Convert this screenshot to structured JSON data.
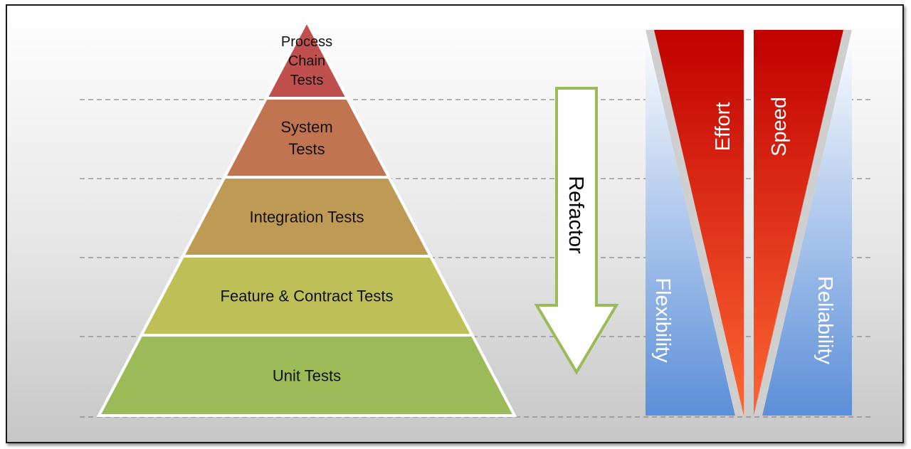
{
  "pyramid": {
    "levels": [
      {
        "lines": [
          "Process",
          "Chain",
          "Tests"
        ],
        "color": "#c0504d"
      },
      {
        "lines": [
          "System",
          "Tests"
        ],
        "color": "#c0744f"
      },
      {
        "lines": [
          "Integration Tests"
        ],
        "color": "#bf9a54"
      },
      {
        "lines": [
          "Feature & Contract Tests"
        ],
        "color": "#bfbf57"
      },
      {
        "lines": [
          "Unit Tests"
        ],
        "color": "#9bbb59"
      }
    ]
  },
  "arrow": {
    "label": "Refactor",
    "border_color": "#9bbb59"
  },
  "scales": {
    "left_blue_label": "Flexibility",
    "right_blue_label": "Reliability",
    "left_red_label": "Effort",
    "right_red_label": "Speed"
  },
  "colors": {
    "red_dark": "#c00000",
    "red_light": "#ff6633",
    "blue_light": "#ffffff",
    "blue_dark": "#5b8fd9",
    "dashed_line": "#888888"
  }
}
